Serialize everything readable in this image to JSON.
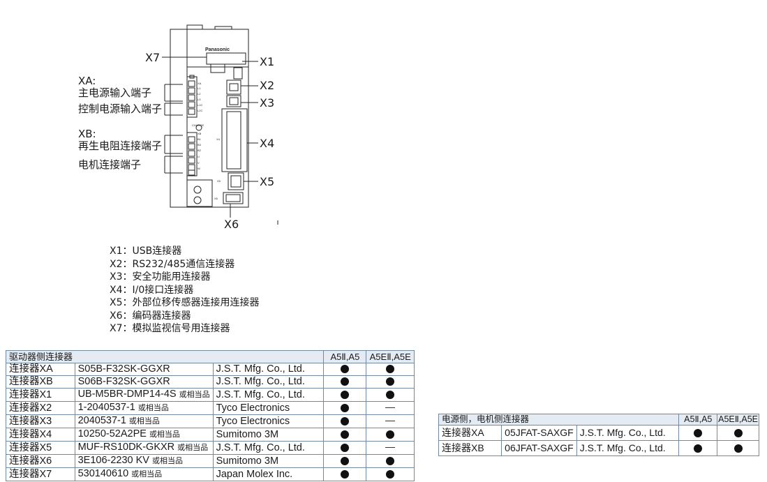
{
  "diagram": {
    "brand": "Panasonic",
    "charge_text": "CHARGE",
    "labels": {
      "x7": "X7",
      "x1": "X1",
      "x2": "X2",
      "x3": "X3",
      "x4": "X4",
      "x5": "X5",
      "x6": "X6",
      "xa_title": "XA:",
      "xa_main_power": "主电源输入端子",
      "xa_control_power": "控制电源输入端子",
      "xb_title": "XB:",
      "xb_regen": "再生电阻连接端子",
      "xb_motor": "电机连接端子"
    },
    "small_labels": {
      "xa": "XA",
      "l1": "L1",
      "l2": "L2",
      "l3": "L3",
      "l1c": "L1C",
      "l2c": "L2C",
      "xb": "XB",
      "b1": "B1",
      "b3": "B3",
      "b2": "B2",
      "u": "U",
      "v": "V",
      "w": "W",
      "x4": "X4",
      "x5": "X5",
      "x6": "X6"
    }
  },
  "legend": [
    "X1：USB连接器",
    "X2：RS232/485通信连接器",
    "X3：安全功能用连接器",
    "X4：I/0接口连接器",
    "X5：外部位移传感器连接用连接器",
    "X6：编码器连接器",
    "X7：模拟监视信号用连接器"
  ],
  "table_driver": {
    "title": "驱动器侧连接器",
    "col_a5": "A5Ⅱ,A5",
    "col_a5e": "A5EⅡ,A5E",
    "rows": [
      {
        "name": "连接器XA",
        "part": "S05B-F32SK-GGXR",
        "suffix": "",
        "maker": "J.S.T. Mfg. Co., Ltd.",
        "a5": "●",
        "a5e": "●"
      },
      {
        "name": "连接器XB",
        "part": "S06B-F32SK-GGXR",
        "suffix": "",
        "maker": "J.S.T. Mfg. Co., Ltd.",
        "a5": "●",
        "a5e": "●"
      },
      {
        "name": "连接器X1",
        "part": "UB-M5BR-DMP14-4S",
        "suffix": "或相当品",
        "maker": "J.S.T. Mfg. Co., Ltd.",
        "a5": "●",
        "a5e": "●"
      },
      {
        "name": "连接器X2",
        "part": "1-2040537-1",
        "suffix": "或相当品",
        "maker": "Tyco Electronics",
        "a5": "●",
        "a5e": "—"
      },
      {
        "name": "连接器X3",
        "part": "2040537-1",
        "suffix": "或相当品",
        "maker": "Tyco Electronics",
        "a5": "●",
        "a5e": "—"
      },
      {
        "name": "连接器X4",
        "part": "10250-52A2PE",
        "suffix": "或相当品",
        "maker": "Sumitomo 3M",
        "a5": "●",
        "a5e": "●"
      },
      {
        "name": "连接器X5",
        "part": "MUF-RS10DK-GKXR",
        "suffix": "或相当品",
        "maker": "J.S.T. Mfg. Co., Ltd.",
        "a5": "●",
        "a5e": "—"
      },
      {
        "name": "连接器X6",
        "part": "3E106-2230 KV",
        "suffix": "或相当品",
        "maker": "Sumitomo 3M",
        "a5": "●",
        "a5e": "●"
      },
      {
        "name": "连接器X7",
        "part": "530140610",
        "suffix": "或相当品",
        "maker": "Japan Molex Inc.",
        "a5": "●",
        "a5e": "●"
      }
    ]
  },
  "table_power": {
    "title": "电源侧，电机侧连接器",
    "col_a5": "A5Ⅱ,A5",
    "col_a5e": "A5EⅡ,A5E",
    "rows": [
      {
        "name": "连接器XA",
        "part": "05JFAT-SAXGF",
        "maker": "J.S.T. Mfg. Co., Ltd.",
        "a5": "●",
        "a5e": "●"
      },
      {
        "name": "连接器XB",
        "part": "06JFAT-SAXGF",
        "maker": "J.S.T. Mfg. Co., Ltd.",
        "a5": "●",
        "a5e": "●"
      }
    ]
  }
}
